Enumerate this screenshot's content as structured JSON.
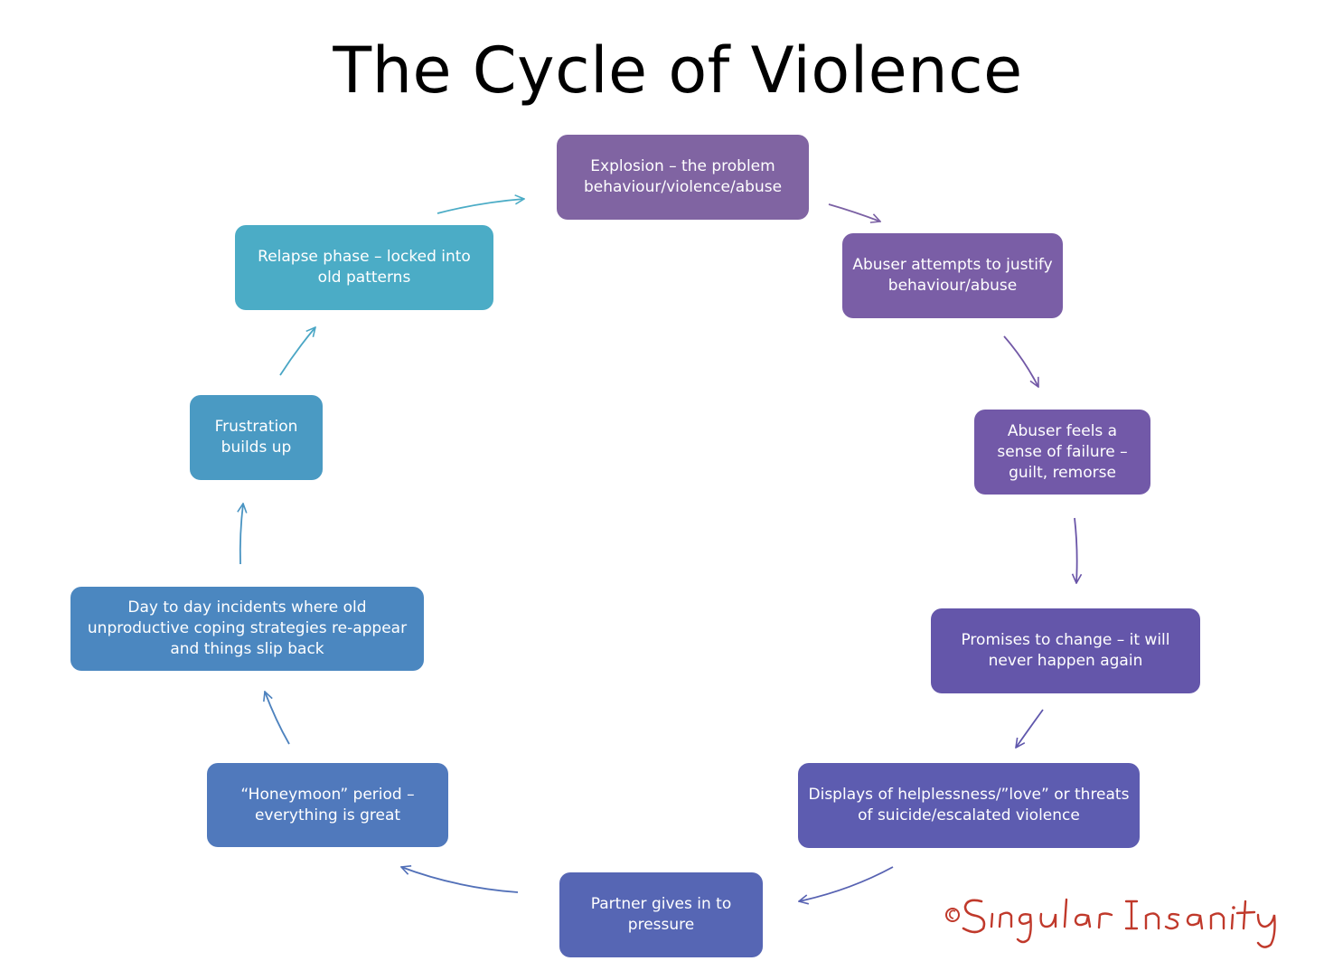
{
  "title": "The Cycle of Violence",
  "nodes": [
    {
      "label": "Explosion – the problem behaviour/violence/abuse",
      "color": "#8064a2"
    },
    {
      "label": "Abuser attempts to justify behaviour/abuse",
      "color": "#7a5ea6"
    },
    {
      "label": "Abuser feels a sense of failure – guilt, remorse",
      "color": "#7259a8"
    },
    {
      "label": "Promises to change – it will never happen again",
      "color": "#6456aa"
    },
    {
      "label": "Displays of helplessness/”love” or threats of suicide/escalated violence",
      "color": "#5d5cb0"
    },
    {
      "label": "Partner gives in to pressure",
      "color": "#5666b4"
    },
    {
      "label": "“Honeymoon” period – everything is great",
      "color": "#5079bc"
    },
    {
      "label": "Day to day incidents where old unproductive coping strategies re-appear and things slip back",
      "color": "#4b87c0"
    },
    {
      "label": "Frustration builds up",
      "color": "#4a9ac3"
    },
    {
      "label": "Relapse phase – locked into old patterns",
      "color": "#4bacc6"
    }
  ],
  "watermark": "©Singular Insanity",
  "watermark_color": "#c0392b"
}
